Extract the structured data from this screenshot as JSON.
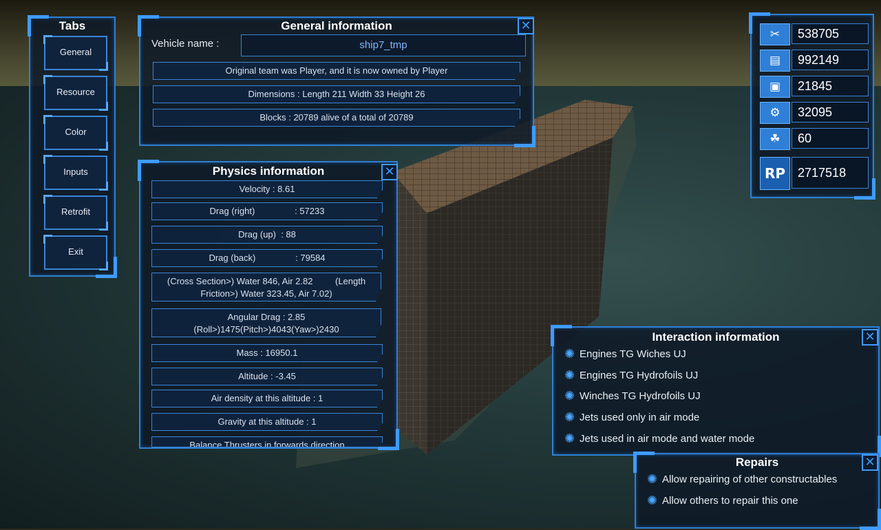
{
  "tabs": {
    "title": "Tabs",
    "items": [
      "General",
      "Resource",
      "Color",
      "Inputs",
      "Retrofit",
      "Exit"
    ]
  },
  "general": {
    "title": "General information",
    "vehicle_label": "Vehicle name :",
    "vehicle_name": "ship7_tmp",
    "rows": [
      "Original team was Player, and it is now owned by Player",
      "Dimensions : Length 211 Width 33 Height 26",
      "Blocks : 20789 alive of a total of 20789"
    ]
  },
  "physics": {
    "title": "Physics information",
    "velocity": "Velocity : 8.61",
    "drag_right": "Drag (right)                : 57233",
    "drag_up": "Drag (up)  : 88",
    "drag_back": "Drag (back)                : 79584",
    "cross_section_1": "(Cross Section>) Water 846, Air 2.82         (Length",
    "cross_section_2": "Friction>) Water 323.45, Air 7.02)",
    "angular_1": "Angular Drag : 2.85",
    "angular_2": "(Roll>)1475(Pitch>)4043(Yaw>)2430",
    "mass": "Mass : 16950.1",
    "altitude": "Altitude : -3.45",
    "air_density": "Air density at this altitude : 1",
    "gravity": "Gravity at this altitude : 1",
    "balance": "Balance Thrusters in forwards direction"
  },
  "resources": {
    "items": [
      {
        "icon": "material-icon",
        "glyph": "✂",
        "value": "538705"
      },
      {
        "icon": "fuel-icon",
        "glyph": "▤",
        "value": "992149"
      },
      {
        "icon": "ammo-icon",
        "glyph": "▣",
        "value": "21845"
      },
      {
        "icon": "engine-icon",
        "glyph": "⚙",
        "value": "32095"
      },
      {
        "icon": "oil-icon",
        "glyph": "☘",
        "value": "60"
      }
    ],
    "rp_label": "RP",
    "rp_value": "2717518"
  },
  "interaction": {
    "title": "Interaction information",
    "items": [
      "Engines TG Wiches UJ",
      "Engines TG Hydrofoils UJ",
      "Winches TG Hydrofoils UJ",
      "Jets used only in air mode",
      "Jets used in air mode and water mode"
    ]
  },
  "repairs": {
    "title": "Repairs",
    "items": [
      "Allow repairing of other constructables",
      "Allow others to repair this one"
    ]
  },
  "close_glyph": "✕",
  "colors": {
    "accent": "#2f7fd6",
    "panel": "#0e1a28"
  }
}
